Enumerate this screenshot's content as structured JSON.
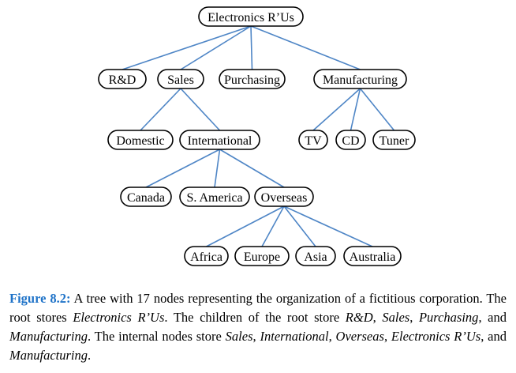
{
  "colors": {
    "edge": "#4f86c6",
    "caption_label": "#1f73c8"
  },
  "nodes": {
    "root": "Electronics R’Us",
    "rd": "R&D",
    "sales": "Sales",
    "purchasing": "Purchasing",
    "manufacturing": "Manufacturing",
    "domestic": "Domestic",
    "international": "International",
    "tv": "TV",
    "cd": "CD",
    "tuner": "Tuner",
    "canada": "Canada",
    "samerica": "S. America",
    "overseas": "Overseas",
    "africa": "Africa",
    "europe": "Europe",
    "asia": "Asia",
    "australia": "Australia"
  },
  "edges": [
    [
      "root",
      "rd"
    ],
    [
      "root",
      "sales"
    ],
    [
      "root",
      "purchasing"
    ],
    [
      "root",
      "manufacturing"
    ],
    [
      "sales",
      "domestic"
    ],
    [
      "sales",
      "international"
    ],
    [
      "manufacturing",
      "tv"
    ],
    [
      "manufacturing",
      "cd"
    ],
    [
      "manufacturing",
      "tuner"
    ],
    [
      "international",
      "canada"
    ],
    [
      "international",
      "samerica"
    ],
    [
      "international",
      "overseas"
    ],
    [
      "overseas",
      "africa"
    ],
    [
      "overseas",
      "europe"
    ],
    [
      "overseas",
      "asia"
    ],
    [
      "overseas",
      "australia"
    ]
  ],
  "caption": {
    "label": "Figure 8.2:",
    "t1": " A tree with 17 nodes representing the organization of a fictitious corporation. The root stores ",
    "e1": "Electronics R’Us",
    "t2": ". The children of the root store ",
    "e2": "R&D",
    "t3": ", ",
    "e3": "Sales",
    "t4": ", ",
    "e4": "Purchasing",
    "t5": ", and ",
    "e5": "Manufacturing",
    "t6": ". The internal nodes store ",
    "e6": "Sales",
    "t7": ", ",
    "e7": "International",
    "t8": ", ",
    "e8": "Overseas",
    "t9": ", ",
    "e9": "Electronics R’Us",
    "t10": ", and ",
    "e10": "Manufacturing",
    "t11": "."
  }
}
